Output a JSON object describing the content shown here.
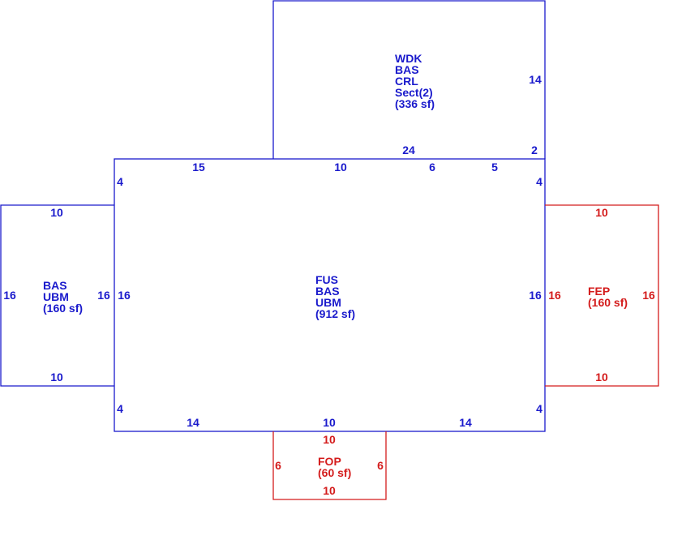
{
  "colors": {
    "main": "#1a1acc",
    "porch": "#d41c1c",
    "background": "#ffffff"
  },
  "areas": {
    "wdk": {
      "lines": [
        "WDK",
        "BAS",
        "CRL",
        "Sect(2)",
        "(336 sf)"
      ],
      "color": "#1a1acc"
    },
    "fus": {
      "lines": [
        "FUS",
        "BAS",
        "UBM",
        "(912 sf)"
      ],
      "color": "#1a1acc"
    },
    "bas_left": {
      "lines": [
        "BAS",
        "UBM",
        "(160 sf)"
      ],
      "color": "#1a1acc"
    },
    "fep": {
      "lines": [
        "FEP",
        "(160 sf)"
      ],
      "color": "#d41c1c"
    },
    "fop": {
      "lines": [
        "FOP",
        "(60 sf)"
      ],
      "color": "#d41c1c"
    }
  },
  "dimensions": {
    "wdk_right": "14",
    "wdk_bottom": "24",
    "wdk_corner": "2",
    "fus_top_1": "15",
    "fus_top_2": "10",
    "fus_top_3": "6",
    "fus_top_4": "5",
    "fus_left_top": "4",
    "fus_right_top": "4",
    "fus_left_mid": "16",
    "fus_right_mid": "16",
    "fus_left_bottom": "4",
    "fus_right_bottom": "4",
    "fus_bottom_1": "14",
    "fus_bottom_2": "10",
    "fus_bottom_3": "14",
    "bas_top": "10",
    "bas_bottom": "10",
    "bas_left": "16",
    "bas_right": "16",
    "fep_top": "10",
    "fep_bottom": "10",
    "fep_left": "16",
    "fep_right": "16",
    "fop_top": "10",
    "fop_bottom": "10",
    "fop_left": "6",
    "fop_right": "6"
  }
}
